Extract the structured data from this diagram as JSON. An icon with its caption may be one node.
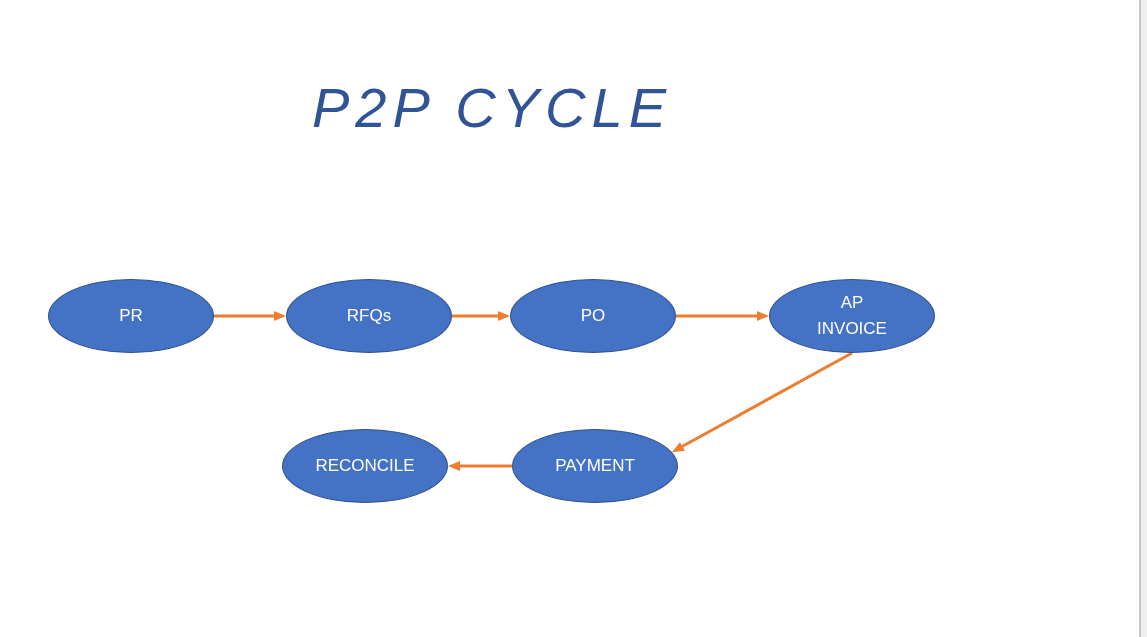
{
  "diagram": {
    "title": "P2P CYCLE",
    "nodes": [
      {
        "text": [
          "PR"
        ]
      },
      {
        "text": [
          "RFQs"
        ]
      },
      {
        "text": [
          "PO"
        ]
      },
      {
        "text": [
          "AP INVOICE"
        ]
      },
      {
        "text": [
          "PAYMENT"
        ]
      },
      {
        "text": [
          "RECONCILE"
        ]
      }
    ],
    "edges": [
      {
        "from": 0,
        "to": 1,
        "arrow": "to"
      },
      {
        "from": 1,
        "to": 2,
        "arrow": "to"
      },
      {
        "from": 2,
        "to": 3,
        "arrow": "to"
      },
      {
        "from": 3,
        "to": 4,
        "arrow": "to"
      },
      {
        "from": 4,
        "to": 5,
        "arrow": "to"
      }
    ]
  }
}
